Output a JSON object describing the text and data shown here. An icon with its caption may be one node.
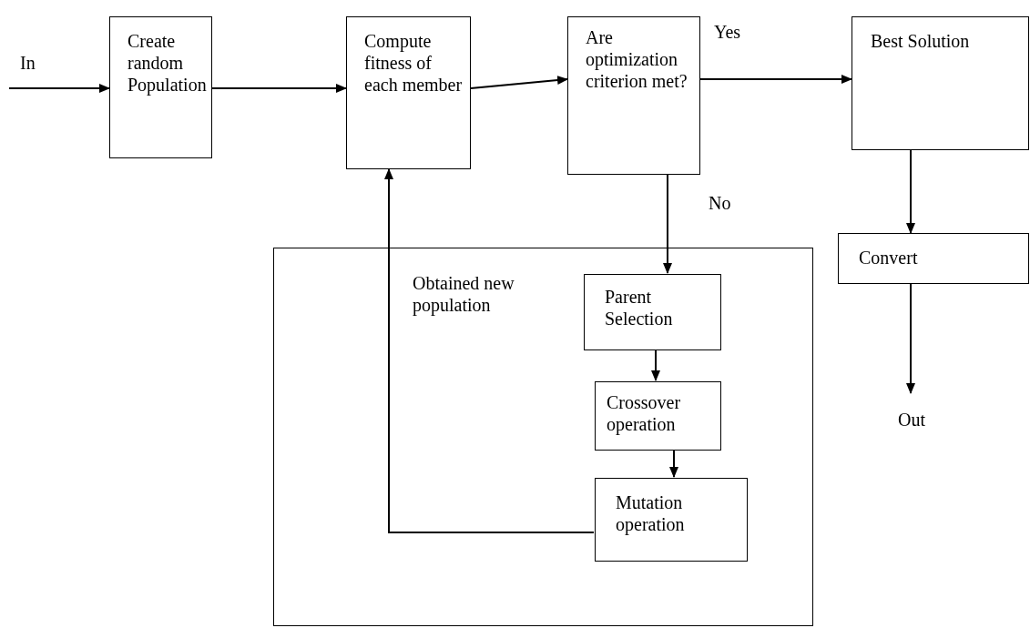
{
  "diagram": {
    "nodes": [
      {
        "text": [
          "Create random Population"
        ]
      },
      {
        "text": [
          "Compute fitness of each member"
        ]
      },
      {
        "text": [
          "Are optimization criterion met?"
        ]
      },
      {
        "text": [
          "Best Solution"
        ]
      },
      {
        "text": [
          "Convert"
        ]
      },
      {
        "text": [
          "Obtained new population"
        ]
      },
      {
        "text": [
          "Parent Selection"
        ],
        "in": 5
      },
      {
        "text": [
          "Crossover operation"
        ],
        "in": 5
      },
      {
        "text": [
          "Mutation operation"
        ],
        "in": 5
      }
    ],
    "edges": [
      {
        "from": null,
        "to": 0,
        "arrow": "to",
        "label": "In"
      },
      {
        "from": 0,
        "to": 1,
        "arrow": "to"
      },
      {
        "from": 1,
        "to": 2,
        "arrow": "to"
      },
      {
        "from": 2,
        "to": 3,
        "arrow": "to",
        "label": "Yes"
      },
      {
        "from": 2,
        "to": 6,
        "arrow": "to",
        "label": "No"
      },
      {
        "from": 3,
        "to": 4,
        "arrow": "to"
      },
      {
        "from": 4,
        "to": null,
        "arrow": "to",
        "label": "Out"
      },
      {
        "from": 6,
        "to": 7,
        "arrow": "to"
      },
      {
        "from": 7,
        "to": 8,
        "arrow": "to"
      },
      {
        "from": 8,
        "to": 1,
        "arrow": "to"
      }
    ]
  }
}
